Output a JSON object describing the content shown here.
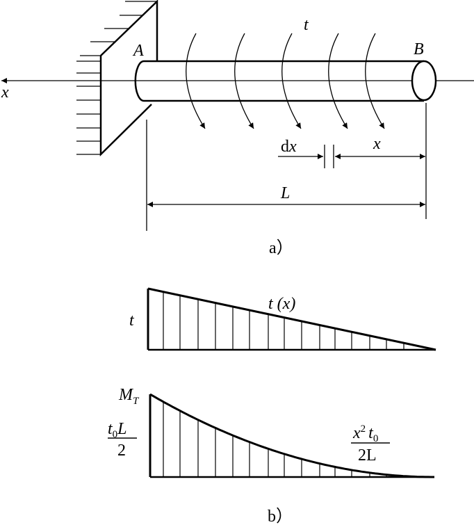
{
  "figure_a": {
    "axis_label": "x",
    "point_a": "A",
    "point_b": "B",
    "torque_label": "t",
    "dx_label_d": "d",
    "dx_label_x": "x",
    "x_label": "x",
    "length_label": "L",
    "caption": "a）"
  },
  "figure_b": {
    "load_diagram": {
      "side_label": "t",
      "curve_label": "t (x)"
    },
    "torque_diagram": {
      "top_label_main": "M",
      "top_label_sub": "T",
      "left_num_t": "t",
      "left_num_sub": "0",
      "left_num_L": "L",
      "left_den": "2",
      "right_num_x": "x",
      "right_num_sup": "2",
      "right_num_t": "t",
      "right_num_sub": "0",
      "right_den": "2L"
    },
    "caption": "b）"
  }
}
